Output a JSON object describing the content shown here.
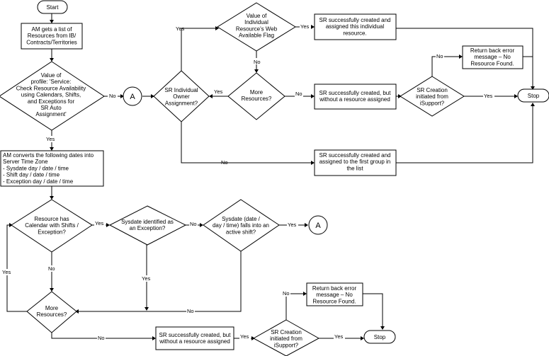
{
  "nodes": {
    "start": [
      "Start"
    ],
    "am_gets_list": [
      "AM gets a list of",
      "Resources from IB/",
      "Contracts/Territories"
    ],
    "profile_check": [
      "Value of",
      "profile: 'Service:",
      "Check Resource Availability",
      "using Calendars, Shifts,",
      "and Exceptions for",
      "SR Auto",
      "Assignment'"
    ],
    "connector_a1": [
      "A"
    ],
    "sr_individual_owner": [
      "SR Individual",
      "Owner",
      "Assignment?"
    ],
    "web_available_flag": [
      "Value of",
      "Individual",
      "Resource's Web",
      "Available Flag"
    ],
    "sr_created_individual": [
      "SR successfully created and",
      "assigned this individual",
      "resource."
    ],
    "more_resources_top": [
      "More",
      "Resources?"
    ],
    "sr_created_no_resource_top": [
      "SR successfully created, but",
      "without a resource assigned"
    ],
    "sr_creation_isupport_top": [
      "SR Creation",
      "initiated from",
      "iSupport?"
    ],
    "return_error_top": [
      "Return back error",
      "message – No",
      "Resource Found."
    ],
    "stop_top": [
      "Stop"
    ],
    "sr_created_first_group": [
      "SR successfully created and",
      "assigned to the first group in",
      "the list"
    ],
    "am_converts": [
      "AM converts the following dates into",
      "Server Time Zone",
      "- Sysdate day / date / time",
      "- Shift day / date / time",
      "- Exception day / date /  time"
    ],
    "resource_has_calendar": [
      "Resource has",
      "Calendar with Shifts /",
      "Exception?"
    ],
    "sysdate_exception": [
      "Sysdate identified as",
      "an Exception?"
    ],
    "sysdate_active_shift": [
      "Sysdate (date /",
      "day / time) falls into an",
      "active shift?"
    ],
    "connector_a2": [
      "A"
    ],
    "more_resources_bottom": [
      "More",
      "Resources?"
    ],
    "sr_created_no_resource_bottom": [
      "SR successfully created, but",
      "without a resource assigned"
    ],
    "sr_creation_isupport_bottom": [
      "SR Creation",
      "initiated from",
      "iSupport?"
    ],
    "return_error_bottom": [
      "Return back error",
      "message – No",
      "Resource Found."
    ],
    "stop_bottom": [
      "Stop"
    ]
  },
  "edge_labels": {
    "profile_no": "No",
    "profile_yes": "Yes",
    "individual_yes": "Yes",
    "individual_no": "No",
    "web_yes": "Yes",
    "web_no": "No",
    "more_top_yes": "Yes",
    "more_top_no": "No",
    "isupport_top_no": "No",
    "isupport_top_yes": "Yes",
    "calendar_yes": "Yes",
    "calendar_no": "No",
    "exception_no": "No",
    "exception_yes": "Yes",
    "shift_yes": "Yes",
    "shift_no": "No",
    "more_bottom_yes": "Yes",
    "more_bottom_no": "No",
    "isupport_bottom_no": "No",
    "isupport_bottom_yes": "Yes"
  }
}
